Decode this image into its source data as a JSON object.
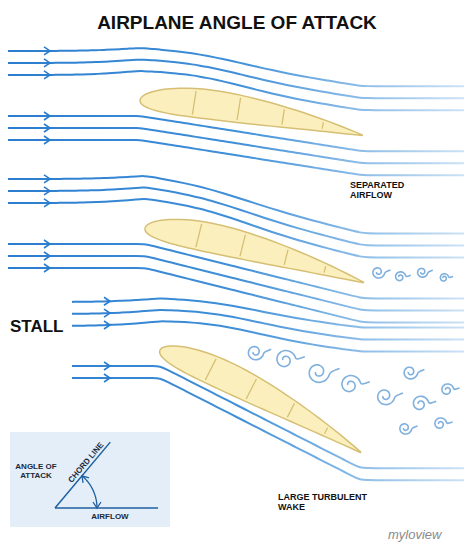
{
  "diagram": {
    "title": "AIRPLANE ANGLE OF ATTACK",
    "nodes": [
      {
        "text": [
          "ANGLE OF ATTACK",
          "CHORD LINE",
          "AIRFLOW"
        ]
      }
    ],
    "labels": [
      "SEPARATED AIRFLOW",
      "STALL",
      "LARGE TURBULENT WAKE",
      "myloview"
    ]
  }
}
